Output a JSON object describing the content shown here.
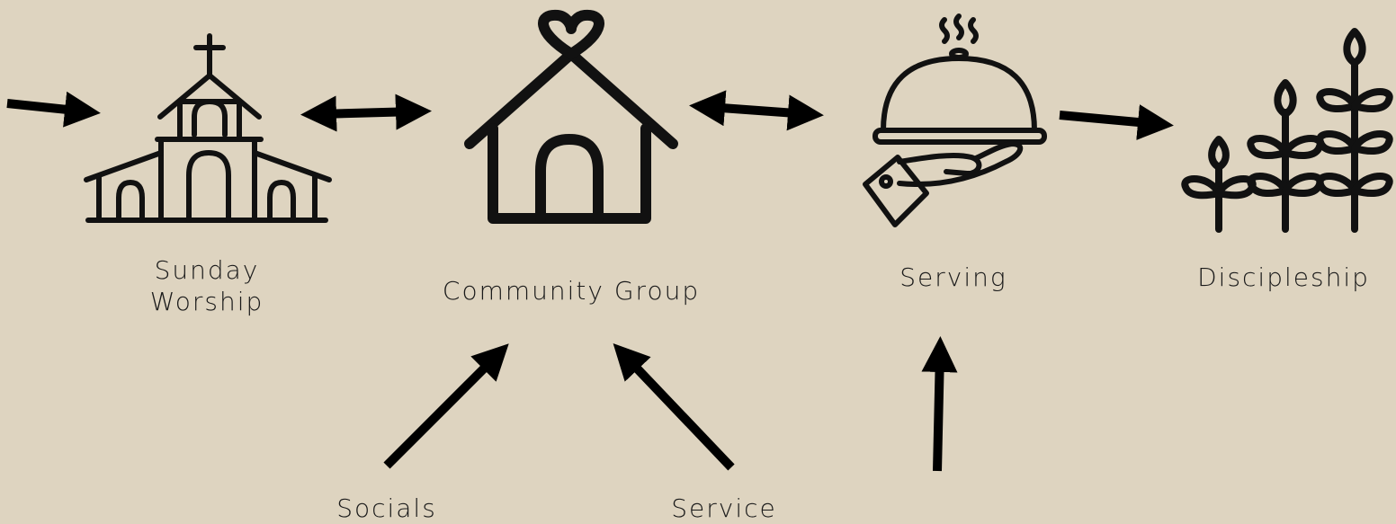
{
  "nodes": [
    {
      "id": "sunday",
      "label_lines": [
        "Sunday",
        "Worship"
      ],
      "icon": "church-icon"
    },
    {
      "id": "community",
      "label_lines": [
        "Community Group"
      ],
      "icon": "house-heart-icon"
    },
    {
      "id": "serving",
      "label_lines": [
        "Serving"
      ],
      "icon": "serving-cloche-icon"
    },
    {
      "id": "discipleship",
      "label_lines": [
        "Discipleship"
      ],
      "icon": "sprouts-icon"
    }
  ],
  "inputs": [
    {
      "id": "socials",
      "label": "Socials",
      "target": "community"
    },
    {
      "id": "service",
      "label": "Service",
      "target": "community"
    },
    {
      "id": "unlabeled",
      "label": "",
      "target": "serving"
    }
  ],
  "edges": [
    {
      "from": "external",
      "to": "sunday",
      "direction": "one-way"
    },
    {
      "from": "sunday",
      "to": "community",
      "direction": "two-way"
    },
    {
      "from": "community",
      "to": "serving",
      "direction": "two-way"
    },
    {
      "from": "serving",
      "to": "discipleship",
      "direction": "one-way"
    }
  ],
  "colors": {
    "background": "#DED4C0",
    "ink": "#000000",
    "text": "#1a1a1a"
  }
}
